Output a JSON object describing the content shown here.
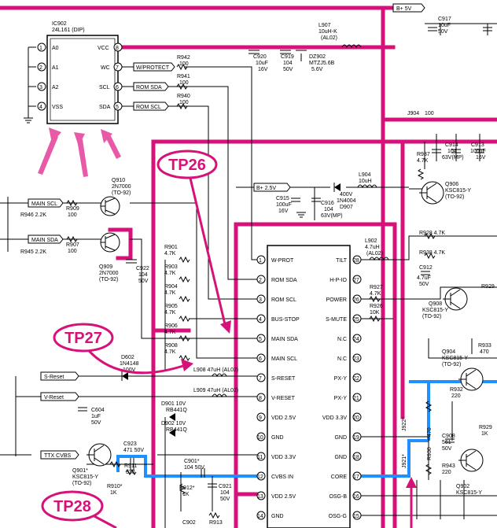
{
  "colors": {
    "highlight": "#d6127a",
    "blue_net": "#1e90ff",
    "arrow": "#e85aa8"
  },
  "power": {
    "b5v": "B+ 5V",
    "b25v": "B+ 2.5V"
  },
  "ic902": {
    "ref": "IC902",
    "part": "24L161 (DIP)",
    "left_pins": [
      {
        "num": "1",
        "name": "A0"
      },
      {
        "num": "2",
        "name": "A1"
      },
      {
        "num": "3",
        "name": "A2"
      },
      {
        "num": "4",
        "name": "VSS"
      }
    ],
    "right_pins": [
      {
        "num": "8",
        "name": "VCC"
      },
      {
        "num": "7",
        "name": "WC"
      },
      {
        "num": "6",
        "name": "SCL"
      },
      {
        "num": "5",
        "name": "SDA"
      }
    ]
  },
  "net_tags": {
    "wprotect": "W/PROTECT",
    "rom_sda": "ROM SDA",
    "rom_scl": "ROM SCL",
    "main_scl": "MAIN SCL",
    "main_sda": "MAIN SDA",
    "s_reset": "S-Reset",
    "v_reset": "V-Reset",
    "ttx_cvbs": "TTX CVBS"
  },
  "main_ic": {
    "left_pins": [
      {
        "num": "1",
        "name": "W-PROT"
      },
      {
        "num": "2",
        "name": "ROM SDA"
      },
      {
        "num": "3",
        "name": "ROM SCL"
      },
      {
        "num": "4",
        "name": "BUS-STOP"
      },
      {
        "num": "5",
        "name": "MAIN SDA"
      },
      {
        "num": "6",
        "name": "MAIN SCL"
      },
      {
        "num": "7",
        "name": "S-RESET"
      },
      {
        "num": "8",
        "name": "V-RESET"
      },
      {
        "num": "9",
        "name": "VDD 2.5V"
      },
      {
        "num": "10",
        "name": "GND"
      },
      {
        "num": "11",
        "name": "VDD 3.3V"
      },
      {
        "num": "12",
        "name": "CVBS IN"
      },
      {
        "num": "13",
        "name": "VDD 2.5V"
      },
      {
        "num": "14",
        "name": "GND"
      }
    ],
    "right_pins": [
      {
        "num": "28",
        "name": "TILT"
      },
      {
        "num": "27",
        "name": "H-P-IO"
      },
      {
        "num": "26",
        "name": "POWER"
      },
      {
        "num": "25",
        "name": "S-MUTE"
      },
      {
        "num": "24",
        "name": "N.C"
      },
      {
        "num": "23",
        "name": "N.C"
      },
      {
        "num": "22",
        "name": "PX-Y"
      },
      {
        "num": "21",
        "name": "PX-Y"
      },
      {
        "num": "20",
        "name": "VDD 3.3V"
      },
      {
        "num": "19",
        "name": "GND"
      },
      {
        "num": "18",
        "name": "GND"
      },
      {
        "num": "17",
        "name": "CORE"
      },
      {
        "num": "16",
        "name": "OSG-B"
      },
      {
        "num": "15",
        "name": "OSG-G"
      }
    ]
  },
  "components": {
    "r942": [
      "R942",
      "100"
    ],
    "r941": [
      "R941",
      "100"
    ],
    "r940": [
      "R940",
      "100"
    ],
    "c920": [
      "C920",
      "10uF",
      "16V"
    ],
    "c919": [
      "C919",
      "104",
      "50V"
    ],
    "dz902": [
      "DZ902",
      "MTZJ5.6B",
      "5.6V"
    ],
    "l907": [
      "L907",
      "10uH-K",
      "(AL02)"
    ],
    "c917": [
      "C917",
      "10uF",
      "50V"
    ],
    "j904": [
      "J904",
      "100"
    ],
    "r937": [
      "R937",
      "4.7K"
    ],
    "c914": [
      "C914",
      "104",
      "63V(MP)"
    ],
    "c913": [
      "C913",
      "100uF",
      "16V"
    ],
    "l904": [
      "L904",
      "10uH"
    ],
    "c915": [
      "C915",
      "100uF",
      "16V"
    ],
    "c916": [
      "C916",
      "104",
      "63V(MP)"
    ],
    "d907": [
      "400V",
      "1N4004",
      "D907"
    ],
    "q906": [
      "Q906",
      "KSC815-Y",
      "(TO-92)"
    ],
    "q910": [
      "Q910",
      "2N7000",
      "(TO-92)"
    ],
    "q909": [
      "Q909",
      "2N7000",
      "(TO-92)"
    ],
    "r909": [
      "R909",
      "100"
    ],
    "r907": [
      "R907",
      "100"
    ],
    "r946": [
      "R946 2.2K"
    ],
    "r945": [
      "R945 2.2K"
    ],
    "c922": [
      "C922",
      "104",
      "50V"
    ],
    "r901": [
      "R901",
      "4.7K"
    ],
    "r903": [
      "R903",
      "4.7K"
    ],
    "r904": [
      "R904",
      "4.7K"
    ],
    "r905": [
      "R905",
      "4.7K"
    ],
    "r906": [
      "R906",
      "4.7K"
    ],
    "r908": [
      "R908",
      "4.7K"
    ],
    "d602": [
      "D602",
      "1N4148",
      "100V"
    ],
    "l908": [
      "L908 47uH (AL02)"
    ],
    "l909": [
      "L909 47uH (AL02)"
    ],
    "c604": [
      "C604",
      "1uF",
      "50V"
    ],
    "d901": [
      "D901 10V",
      "RB441Q"
    ],
    "d902": [
      "D902 10V",
      "RB441Q"
    ],
    "c923": [
      "C923",
      "471 50V"
    ],
    "r911": [
      "R911",
      "330"
    ],
    "q901": [
      "Q901*",
      "KSC815-Y",
      "(TO-92)"
    ],
    "r910": [
      "R910*",
      "1K"
    ],
    "c901": [
      "C901*",
      "104 50V"
    ],
    "r912": [
      "R912*",
      "1K"
    ],
    "c921": [
      "C921",
      "104",
      "50V"
    ],
    "c902": [
      "C902"
    ],
    "r913": [
      "R913"
    ],
    "l902": [
      "L902",
      "4.7uH",
      "(AL02)"
    ],
    "r927": [
      "R927",
      "4.7K"
    ],
    "r926": [
      "R926",
      "10K"
    ],
    "r928": [
      "R928 4.7K"
    ],
    "r938": [
      "R938 4.7K"
    ],
    "c912": [
      "C912",
      "4.7uF",
      "50V"
    ],
    "q908": [
      "Q908",
      "KSC815-Y",
      "(TO-92)"
    ],
    "r929r": [
      "R929"
    ],
    "r933": [
      "R933",
      "470"
    ],
    "q904": [
      "Q904",
      "KSC815-Y",
      "(TO-92)"
    ],
    "r932": [
      "R932",
      "220"
    ],
    "r929": [
      "R929",
      "1K"
    ],
    "c908": [
      "C908",
      "561",
      "50V"
    ],
    "r943": [
      "R943",
      "220"
    ],
    "q902": [
      "Q902",
      "KSC815-Y"
    ],
    "j922": [
      "J922*"
    ],
    "j921": [
      "J921*"
    ],
    "r470": [
      "470"
    ],
    "r930": [
      "R930"
    ]
  },
  "test_points": {
    "tp26": "TP26",
    "tp27": "TP27",
    "tp28": "TP28"
  }
}
